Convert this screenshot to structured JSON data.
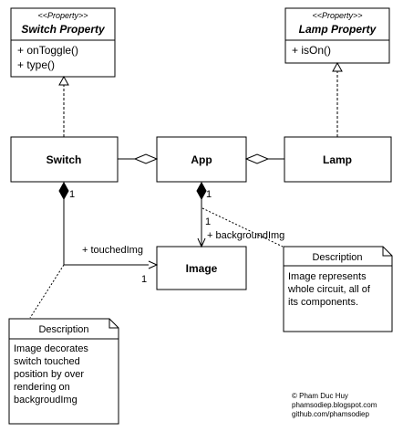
{
  "interfaces": {
    "switch_property": {
      "stereotype": "<<Property>>",
      "title": "Switch Property",
      "operations": [
        "+ onToggle()",
        "+ type()"
      ]
    },
    "lamp_property": {
      "stereotype": "<<Property>>",
      "title": "Lamp Property",
      "operations": [
        "+ isOn()"
      ]
    }
  },
  "classes": {
    "switch": "Switch",
    "app": "App",
    "lamp": "Lamp",
    "image": "Image"
  },
  "associations": {
    "switch_image": {
      "role": "+ touchedImg",
      "mult_source": "1",
      "mult_target": "1"
    },
    "app_image": {
      "role": "+ backgroundImg",
      "mult_source": "1",
      "mult_target": "1"
    }
  },
  "notes": {
    "right": {
      "title": "Description",
      "lines": [
        "Image represents",
        "whole circuit, all of",
        "its components."
      ]
    },
    "left": {
      "title": "Description",
      "lines": [
        "Image decorates",
        "switch touched",
        "position by over",
        "rendering on",
        "backgroudImg"
      ]
    }
  },
  "credits": {
    "line1": "© Pham Duc Huy",
    "line2": "phamsodiep.blogspot.com",
    "line3": "github.com/phamsodiep"
  }
}
